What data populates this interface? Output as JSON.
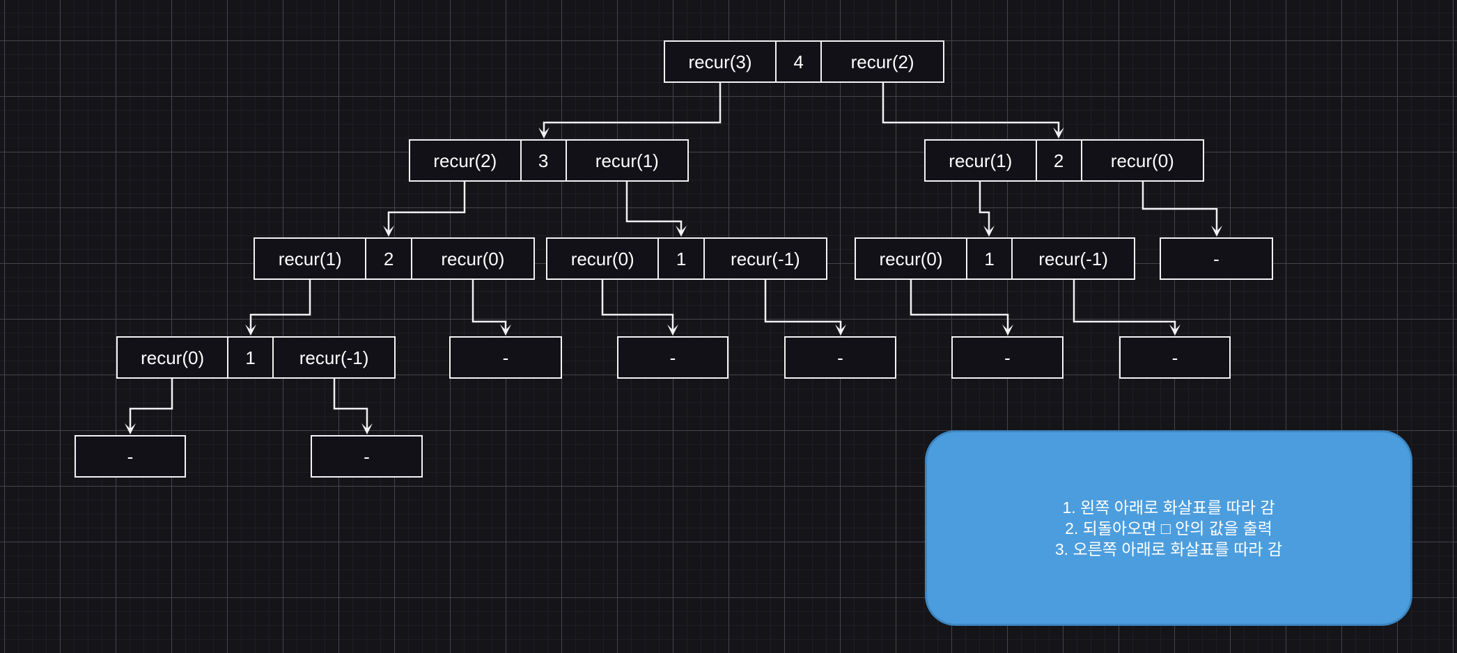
{
  "nodes": {
    "root": {
      "left": "recur(3)",
      "value": "4",
      "right": "recur(2)"
    },
    "l2_left": {
      "left": "recur(2)",
      "value": "3",
      "right": "recur(1)"
    },
    "l2_right": {
      "left": "recur(1)",
      "value": "2",
      "right": "recur(0)"
    },
    "l3_a": {
      "left": "recur(1)",
      "value": "2",
      "right": "recur(0)"
    },
    "l3_b": {
      "left": "recur(0)",
      "value": "1",
      "right": "recur(-1)"
    },
    "l3_c": {
      "left": "recur(0)",
      "value": "1",
      "right": "recur(-1)"
    },
    "l3_leaf": {
      "value": "-"
    },
    "l4_a": {
      "left": "recur(0)",
      "value": "1",
      "right": "recur(-1)"
    },
    "l4_leaf1": {
      "value": "-"
    },
    "l4_leaf2": {
      "value": "-"
    },
    "l4_leaf3": {
      "value": "-"
    },
    "l4_leaf4": {
      "value": "-"
    },
    "l4_leaf5": {
      "value": "-"
    },
    "l5_leaf1": {
      "value": "-"
    },
    "l5_leaf2": {
      "value": "-"
    }
  },
  "note": {
    "line1": "1. 왼쪽 아래로 화살표를 따라 감",
    "line2": "2. 되돌아오면 □ 안의 값을 출력",
    "line3": "3. 오른쪽 아래로 화살표를 따라 감"
  },
  "colors": {
    "background": "#141419",
    "grid_minor": "#1e1e25",
    "grid_major": "#45454d",
    "node_fill": "#121117",
    "node_border": "#f4f4f6",
    "arrow": "#f2f2f4",
    "note_fill": "#4c9ddd",
    "note_border": "#3e86c2",
    "text": "#ffffff"
  }
}
